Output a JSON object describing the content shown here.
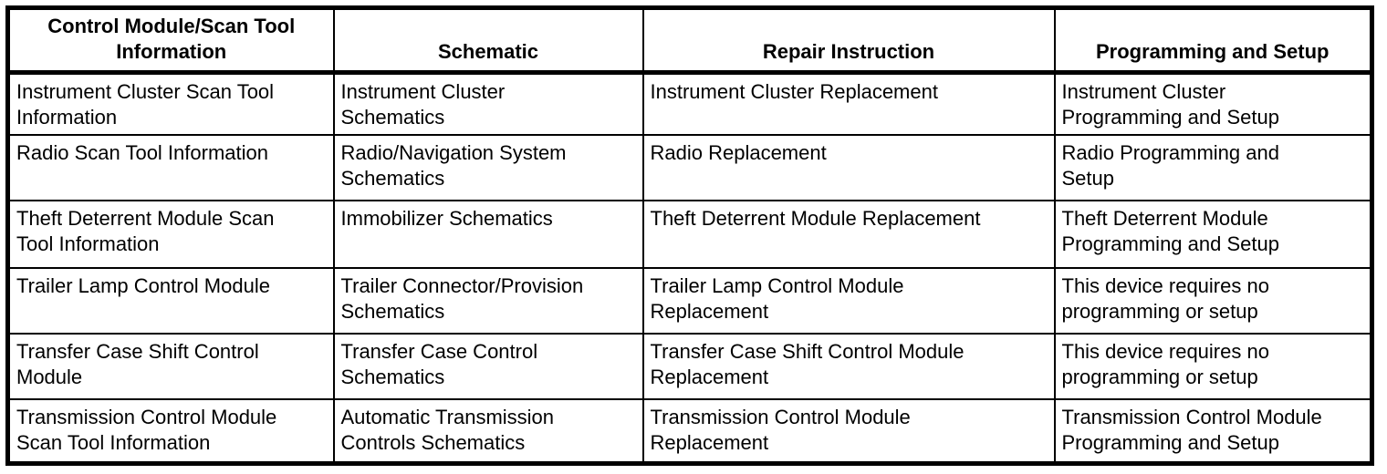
{
  "table": {
    "columns": [
      "Control Module/Scan Tool\nInformation",
      "Schematic",
      "Repair Instruction",
      "Programming and Setup"
    ],
    "rows": [
      [
        "Instrument Cluster Scan Tool\nInformation",
        "Instrument Cluster\nSchematics",
        "Instrument Cluster Replacement",
        "Instrument Cluster\nProgramming and Setup"
      ],
      [
        "Radio Scan Tool Information",
        "Radio/Navigation System\nSchematics",
        "Radio Replacement",
        "Radio Programming and\nSetup"
      ],
      [
        "Theft Deterrent Module Scan\nTool Information",
        "Immobilizer Schematics",
        "Theft Deterrent Module Replacement",
        "Theft Deterrent Module\nProgramming and Setup"
      ],
      [
        "Trailer Lamp Control Module",
        "Trailer Connector/Provision\nSchematics",
        "Trailer Lamp Control Module\nReplacement",
        "This device requires no\nprogramming or setup"
      ],
      [
        "Transfer Case Shift Control\nModule",
        "Transfer Case Control\nSchematics",
        "Transfer Case Shift Control Module\nReplacement",
        "This device requires no\nprogramming or setup"
      ],
      [
        "Transmission Control Module\nScan Tool Information",
        "Automatic Transmission\nControls Schematics",
        "Transmission Control Module\nReplacement",
        "Transmission Control Module\nProgramming and Setup"
      ]
    ],
    "text_color": "#000000",
    "border_color": "#000000",
    "background_color": "#ffffff"
  }
}
